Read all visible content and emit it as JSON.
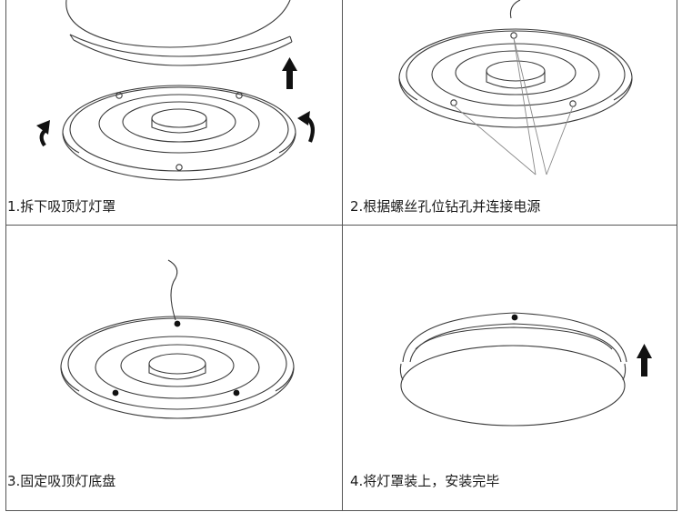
{
  "steps": [
    {
      "caption": "1.拆下吸顶灯灯罩"
    },
    {
      "caption": "2.根据螺丝孔位钻孔并连接电源"
    },
    {
      "caption": "3.固定吸顶灯底盘"
    },
    {
      "caption": "4.将灯罩装上，安装完毕"
    }
  ],
  "colors": {
    "line": "#3a3a3a",
    "border": "#555555",
    "arrow": "#111111",
    "background": "#ffffff"
  }
}
